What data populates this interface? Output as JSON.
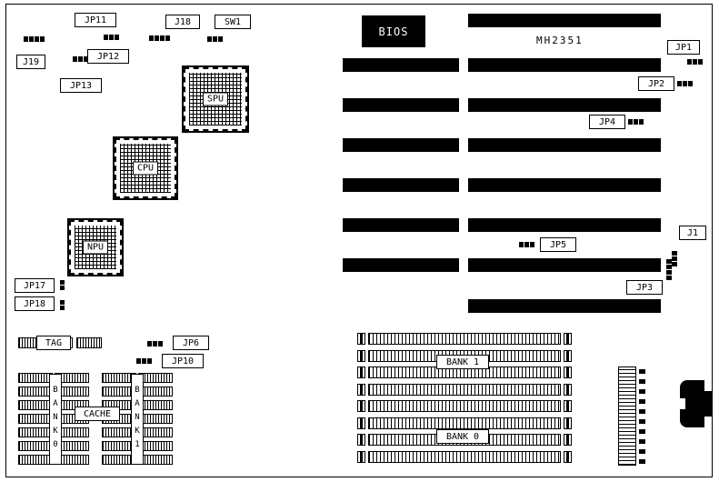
{
  "board": {
    "model": "MH2351"
  },
  "chips": {
    "bios": "BIOS",
    "spu": "SPU",
    "cpu": "CPU",
    "npu": "NPU"
  },
  "jumpers": {
    "jp1": "JP1",
    "jp2": "JP2",
    "jp3": "JP3",
    "jp4": "JP4",
    "jp5": "JP5",
    "jp6": "JP6",
    "jp10": "JP10",
    "jp11": "JP11",
    "jp12": "JP12",
    "jp13": "JP13",
    "jp17": "JP17",
    "jp18": "JP18"
  },
  "connectors": {
    "j1": "J1",
    "j18": "J18",
    "j19": "J19",
    "sw1": "SW1"
  },
  "memory": {
    "tag": "TAG",
    "cache": "CACHE",
    "cache_bank0": "BANK0",
    "cache_bank1": "BANK1",
    "bank0": "BANK 0",
    "bank1": "BANK 1"
  }
}
